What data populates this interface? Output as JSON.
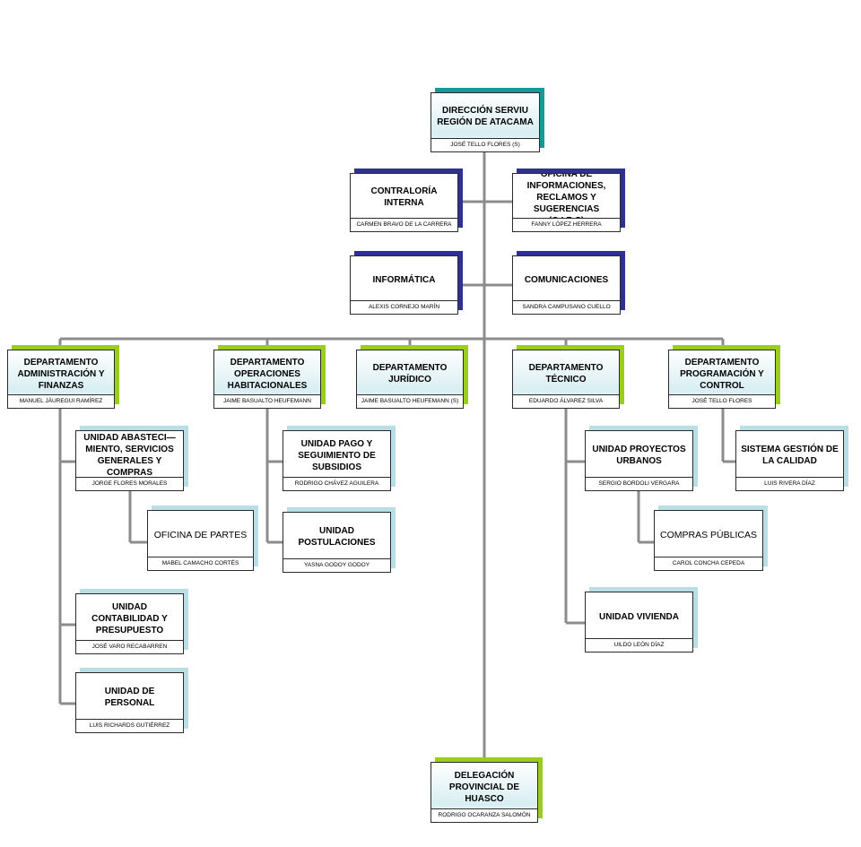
{
  "colors": {
    "teal": "#169a98",
    "navy": "#2e3191",
    "lime": "#9acd1e",
    "light_blue": "#b8dfe6",
    "connector": "#8c8c8c"
  },
  "nodes": {
    "direccion": {
      "title": "DIRECCIÓN SERVIU REGIÓN DE ATACAMA",
      "person": "JOSÉ TELLO FLORES (S)"
    },
    "contraloria": {
      "title": "CONTRALORÍA INTERNA",
      "person": "CARMEN BRAVO DE LA CARRERA"
    },
    "oirs": {
      "title": "OFICINA DE INFORMACIONES, RECLAMOS Y SUGERENCIAS (O.I.R.S)",
      "person": "FANNY LÓPEZ HERRERA"
    },
    "informatica": {
      "title": "INFORMÁTICA",
      "person": "ALEXIS CORNEJO MARÍN"
    },
    "comunicaciones": {
      "title": "COMUNICACIONES",
      "person": "SANDRA CAMPUSANO CUELLO"
    },
    "dep_admin": {
      "title": "DEPARTAMENTO ADMINISTRACIÓN Y FINANZAS",
      "person": "MANUEL JÁUREGUI RAMÍREZ"
    },
    "dep_oper": {
      "title": "DEPARTAMENTO OPERACIONES HABITACIONALES",
      "person": "JAIME BASUALTO HEUFEMANN"
    },
    "dep_juridico": {
      "title": "DEPARTAMENTO JURÍDICO",
      "person": "JAIME BASUALTO HEUFEMANN (S)"
    },
    "dep_tecnico": {
      "title": "DEPARTAMENTO TÉCNICO",
      "person": "EDUARDO ÁLVAREZ SILVA"
    },
    "dep_prog": {
      "title": "DEPARTAMENTO PROGRAMACIÓN Y CONTROL",
      "person": "JOSÉ TELLO FLORES"
    },
    "unidad_abast": {
      "title": "UNIDAD ABASTECI— MIENTO, SERVICIOS GENERALES Y COMPRAS",
      "person": "JORGE FLORES MORALES"
    },
    "oficina_partes": {
      "title": "OFICINA DE PARTES",
      "person": "MABEL CAMACHO CORTÉS"
    },
    "unidad_contab": {
      "title": "UNIDAD CONTABILIDAD Y PRESUPUESTO",
      "person": "JOSÉ VARO RECABARREN"
    },
    "unidad_personal": {
      "title": "UNIDAD DE PERSONAL",
      "person": "LUIS RICHARDS GUTIÉRREZ"
    },
    "unidad_pago": {
      "title": "UNIDAD PAGO Y SEGUIMIENTO DE SUBSIDIOS",
      "person": "RODRIGO CHÁVEZ AGUILERA"
    },
    "unidad_postul": {
      "title": "UNIDAD POSTULACIONES",
      "person": "YASNA GODOY GODOY"
    },
    "unidad_proy": {
      "title": "UNIDAD PROYECTOS URBANOS",
      "person": "SERGIO BORDOLI VERGARA"
    },
    "compras": {
      "title": "COMPRAS PÚBLICAS",
      "person": "CAROL CONCHA CEPEDA"
    },
    "unidad_vivienda": {
      "title": "UNIDAD VIVIENDA",
      "person": "UILDO LEÓN DÍAZ"
    },
    "sistema_gestion": {
      "title": "SISTEMA GESTIÓN DE LA CALIDAD",
      "person": "LUIS RIVERA DÍAZ"
    },
    "delegacion": {
      "title": "DELEGACIÓN PROVINCIAL DE HUASCO",
      "person": "RODRIGO OCARANZA SALOMÓN"
    }
  }
}
